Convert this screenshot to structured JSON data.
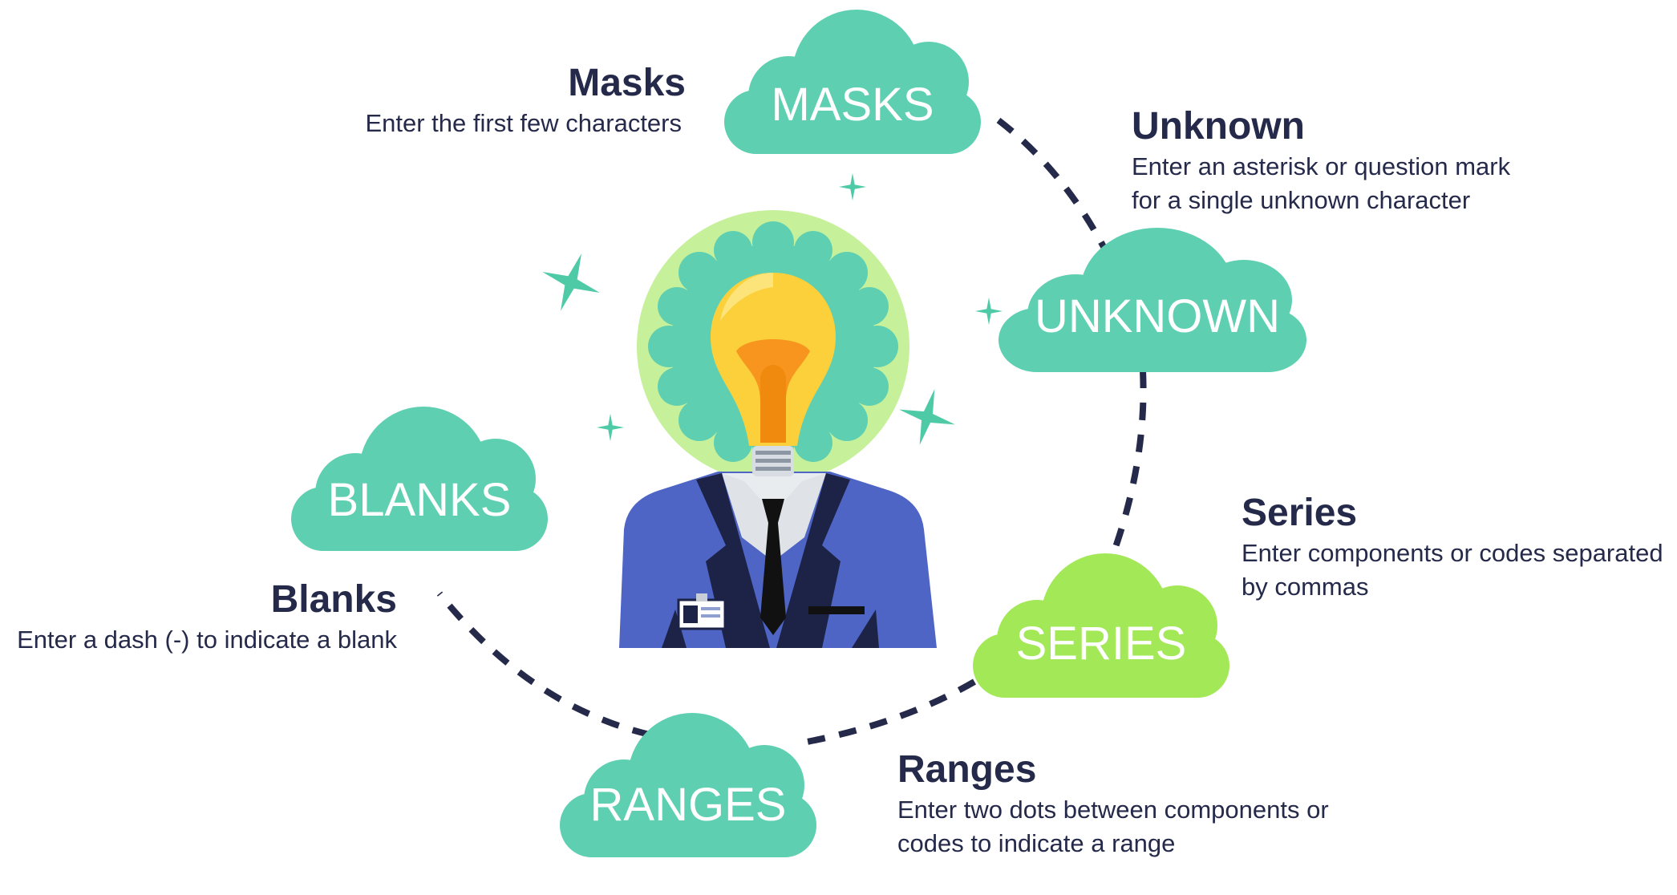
{
  "colors": {
    "cloud_teal": "#5ecfb1",
    "cloud_green": "#a3e857",
    "text_navy": "#252a4a",
    "suit_blue": "#4f65c6",
    "suit_dark": "#1c2347",
    "bulb_yellow": "#fbd03b",
    "bulb_orange": "#f7951e",
    "halo_light": "#c7f09a",
    "halo_teal": "#5ecfb1",
    "sparkle": "#4fcaa6",
    "dash_line": "#252a4a"
  },
  "clouds": {
    "masks": "MASKS",
    "unknown": "UNKNOWN",
    "series": "SERIES",
    "ranges": "RANGES",
    "blanks": "BLANKS"
  },
  "labels": {
    "masks": {
      "title": "Masks",
      "lines": [
        "Enter the first few characters"
      ]
    },
    "unknown": {
      "title": "Unknown",
      "lines": [
        "Enter an asterisk or question mark",
        "for a single unknown character"
      ]
    },
    "series": {
      "title": "Series",
      "lines": [
        "Enter components or codes separated",
        "by commas"
      ]
    },
    "ranges": {
      "title": "Ranges",
      "lines": [
        "Enter two dots between components or",
        "codes to indicate a range"
      ]
    },
    "blanks": {
      "title": "Blanks",
      "lines": [
        "Enter a dash (-) to indicate a blank"
      ]
    }
  },
  "icons": {
    "figure": "lightbulb-head-businessman-icon",
    "sparkle": "sparkle-icon",
    "badge": "id-badge-icon"
  }
}
